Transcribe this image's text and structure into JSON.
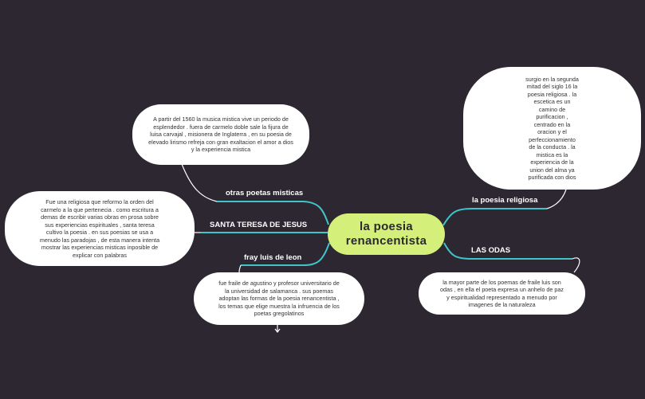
{
  "central": {
    "title": "la poesia renancentista"
  },
  "branches": {
    "otras_poetas": "otras poetas misticas",
    "santa_teresa": "SANTA TERESA DE JESUS",
    "fray_luis": "fray luis de leon",
    "poesia_religiosa": "la poesia religiosa",
    "odas": "LAS ODAS"
  },
  "notes": {
    "otras_poetas": "A partir del 1560 la musica mistica vive un periodo de esplendedor . fuera de carmelo doble sale la fijura de luisa carvajal , misionera de Inglaterra , en su poesia de elevado lirismo refreja con gran exaltacion el amor a dios y la experiencia mistica",
    "santa_teresa": "Fue una religiosa que reformo la orden del carmelo a la que pertenecia . como escritura a demas de escribir varias obras en prosa sobre sus experiencias espirituales , santa teresa cultivo la poesia . en sus poesias se usa a menudo las paradojas , de esta manera intenta mostrar las experiencias misticas inposible de explicar con palabras",
    "fray_luis": "fue fraile de agustino y profesor universitario de la universidad de salamanca . sus poemas adoptan las formas de la poesia renancentista , los temas que elige muestra la infruencia de los poetas gregolatinos",
    "poesia_religiosa": "surgio en la segunda mitad del siglo 16 la poesia religiosa . la escetica es un camino de purificacion , centrado en la oracion y el perfeccionamiento de la conducta . la mistica es la experiencia de la union del alma ya purificada con dios",
    "odas": "la mayor parte de los poemas de fraile luis son odas , en ella el poeta expresa un anhelo de paz y espiritualidad representado a menudo por imagenes de la naturaleza"
  },
  "colors": {
    "background": "#2c2731",
    "central": "#d4f07a",
    "branch_line": "#3ec4c9",
    "connector": "#ffffff",
    "note": "#ffffff"
  }
}
